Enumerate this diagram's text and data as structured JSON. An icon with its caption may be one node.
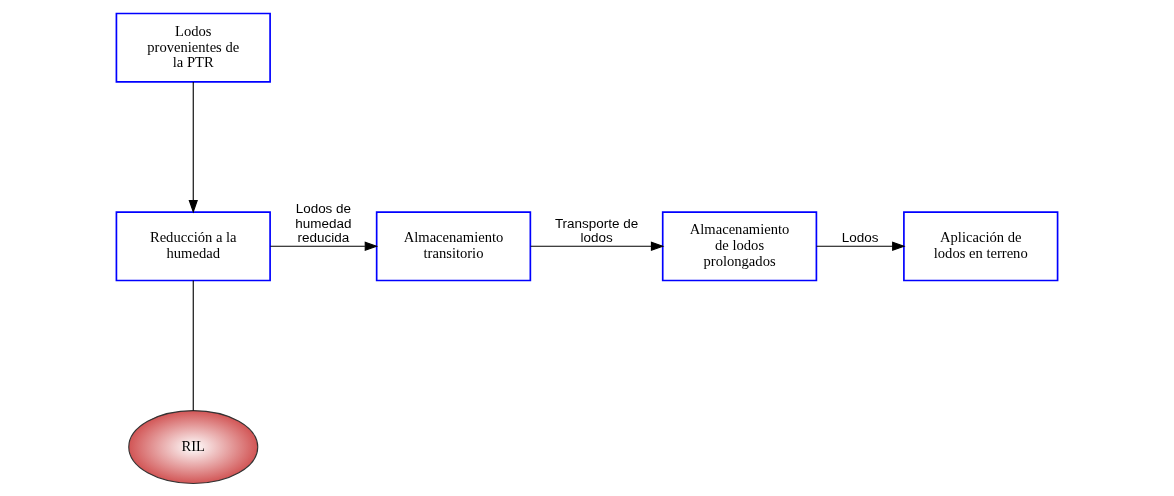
{
  "diagram": {
    "nodes": [
      {
        "text": [
          "Lodos provenientes de la PTR"
        ]
      },
      {
        "text": [
          "Reducción a la humedad"
        ]
      },
      {
        "text": [
          "Almacenamiento transitorio"
        ]
      },
      {
        "text": [
          "Almacenamiento de lodos prolongados"
        ]
      },
      {
        "text": [
          "Aplicación de lodos en terreno"
        ]
      },
      {
        "text": [
          "RIL"
        ]
      }
    ],
    "edges": [
      {
        "from": 0,
        "to": 1,
        "arrow": "to"
      },
      {
        "from": 1,
        "to": 2,
        "arrow": "to",
        "label": "Lodos de humedad reducida"
      },
      {
        "from": 2,
        "to": 3,
        "arrow": "to",
        "label": "Transporte de lodos"
      },
      {
        "from": 3,
        "to": 4,
        "arrow": "to",
        "label": "Lodos"
      },
      {
        "from": 1,
        "to": 5,
        "arrow": "none"
      }
    ]
  }
}
